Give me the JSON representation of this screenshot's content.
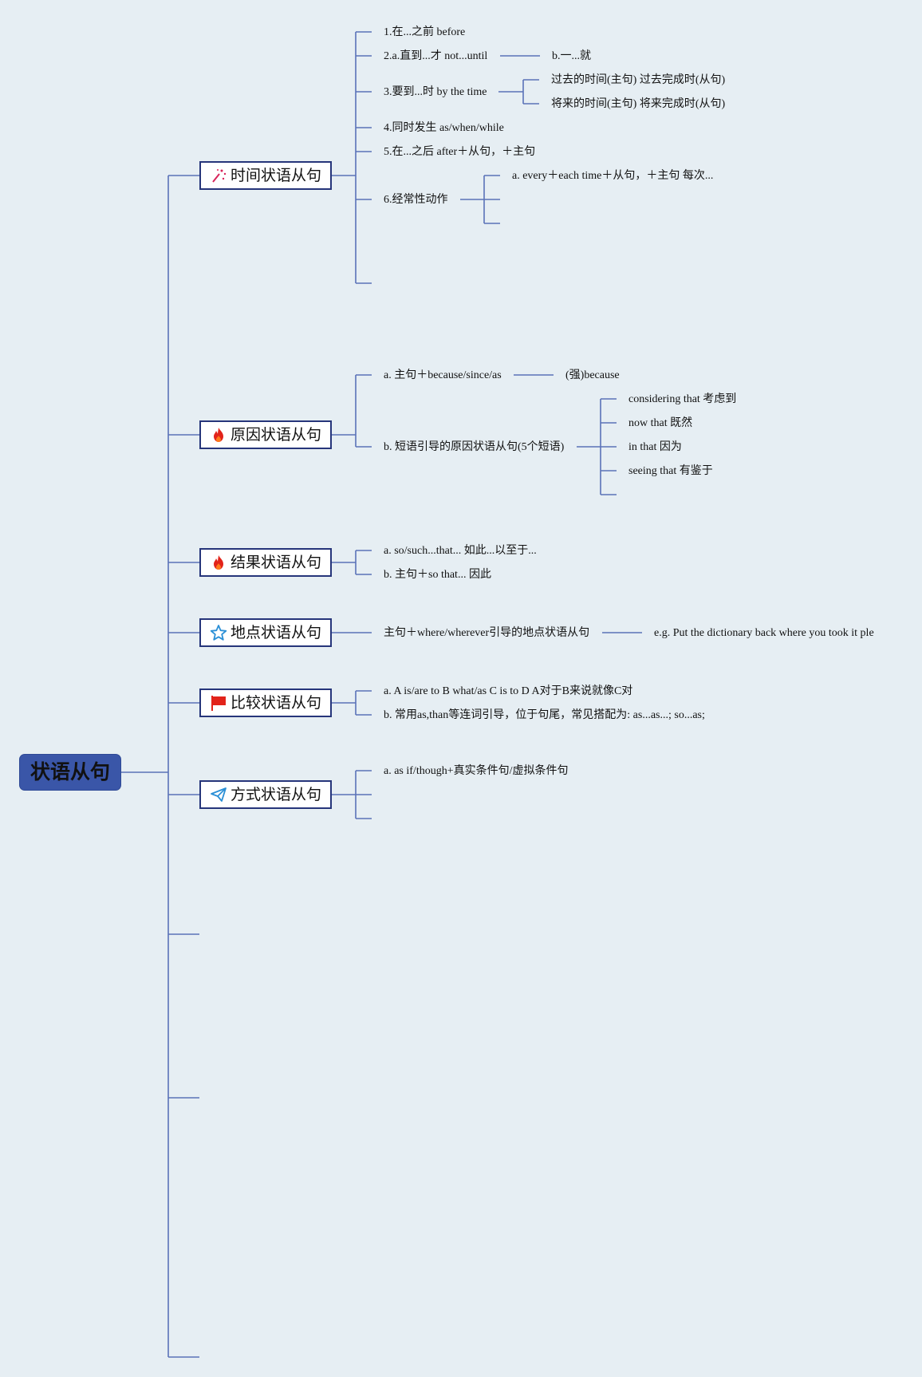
{
  "root": {
    "label": "状语从句"
  },
  "branches": [
    {
      "label": "时间状语从句",
      "icon": "magic-wand-icon",
      "items": [
        {
          "text": "1.在...之前 before"
        },
        {
          "text": "2.a.直到...才 not...until",
          "children": [
            "b.一...就"
          ]
        },
        {
          "text": "3.要到...时 by the time",
          "children": [
            "过去的时间(主句) 过去完成时(从句)",
            "将来的时间(主句) 将来完成时(从句)"
          ]
        },
        {
          "text": "4.同时发生 as/when/while"
        },
        {
          "text": "5.在...之后 after＋从句，＋主句"
        },
        {
          "text": "6.经常性动作",
          "children": [
            "a. every＋each time＋从句，＋主句 每次..."
          ]
        }
      ]
    },
    {
      "label": "原因状语从句",
      "icon": "fire-icon",
      "items": [
        {
          "text": "a. 主句＋because/since/as",
          "children": [
            "(强)because"
          ]
        },
        {
          "text": "b. 短语引导的原因状语从句(5个短语)",
          "children": [
            "considering that 考虑到",
            "now that 既然",
            "in that 因为",
            "seeing that 有鉴于"
          ]
        }
      ]
    },
    {
      "label": "结果状语从句",
      "icon": "fire-icon",
      "items": [
        {
          "text": "a. so/such...that... 如此...以至于..."
        },
        {
          "text": "b. 主句＋so that... 因此"
        }
      ]
    },
    {
      "label": "地点状语从句",
      "icon": "star-icon",
      "items": [
        {
          "text": "主句＋where/wherever引导的地点状语从句",
          "children": [
            "e.g. Put the dictionary back where you took it ple"
          ]
        }
      ]
    },
    {
      "label": "比较状语从句",
      "icon": "flag-icon",
      "items": [
        {
          "text": "a. A is/are to B what/as C is to D A对于B来说就像C对"
        },
        {
          "text": "b. 常用as,than等连词引导，位于句尾，常见搭配为: as...as...; so...as;"
        }
      ]
    },
    {
      "label": "方式状语从句",
      "icon": "paper-plane-icon",
      "items": [
        {
          "text": "a. as if/though+真实条件句/虚拟条件句"
        }
      ]
    }
  ],
  "colors": {
    "line": "#5a72b8",
    "root_bg": "#3a56a8",
    "branch_border": "#26357a",
    "background": "#e6eef3"
  }
}
